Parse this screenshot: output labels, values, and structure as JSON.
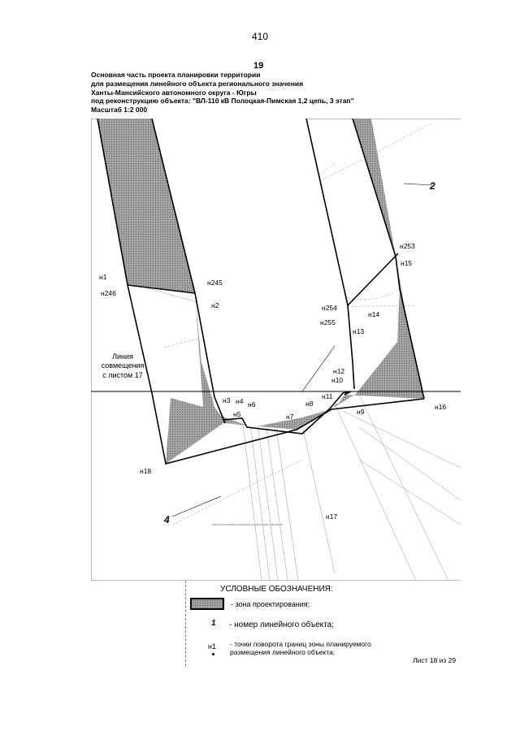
{
  "page": {
    "page_number": "410",
    "sheet_number": "19",
    "title_lines": [
      "Основная часть проекта планировки территории",
      "для размещения линейного объекта регионального значения",
      "Ханты-Мансийского автономного округа - Югры",
      "под реконструкцию объекта: \"ВЛ-110 кВ Полоцкая-Пимская 1,2 цепь, 3 этап\"",
      "Масштаб 1:2 000"
    ]
  },
  "map": {
    "points": [
      "н1",
      "н246",
      "н245",
      "н2",
      "н3",
      "н4",
      "н5",
      "н6",
      "н7",
      "н8",
      "н9",
      "н10",
      "н11",
      "н12",
      "н13",
      "н14",
      "н15",
      "н16",
      "н17",
      "н18",
      "н253",
      "н254",
      "н255"
    ],
    "line_numbers": [
      "2",
      "4"
    ],
    "join_label": [
      "Линия",
      "совмещения",
      "с листом 17"
    ],
    "faint_text": "Электросетевая компания подстанция питания"
  },
  "legend": {
    "title": "УСЛОВНЫЕ ОБОЗНАЧЕНИЯ:",
    "zone_label": "- зона проектирования;",
    "line_symbol": "1",
    "line_label": "-  номер линейного объекта;",
    "point_symbol": "н1",
    "point_label_1": "- точки поворота границ зоны планируемого",
    "point_label_2": "размещения линейного объекта;",
    "colors": {
      "zone_fill": "#a6a6a6",
      "boundary": "#000000"
    }
  },
  "footer": {
    "sheet": "Лист 18 из 29"
  }
}
